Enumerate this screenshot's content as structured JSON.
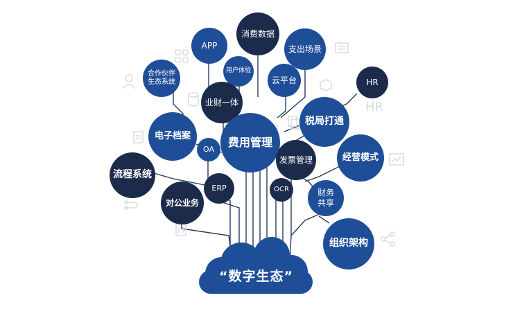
{
  "diagram": {
    "root": "“数字生态”",
    "nodes": {
      "xiaofei_shuju": "消费数据",
      "app": "APP",
      "zhichu_changjing": "支出场景",
      "hezuo_huoban": "合作伙伴\n生态系统",
      "yonghu_tiyan": "用户体验",
      "yun_pingtai": "云平台",
      "hr": "HR",
      "yecai_yiti": "业财一体",
      "shuiju_datong": "税局打通",
      "dianzi_dangan": "电子档案",
      "feiyong_guanli": "费用管理",
      "oa": "OA",
      "fapiao_guanli": "发票管理",
      "jingying_moshi": "经营模式",
      "liucheng_xitong": "流程系统",
      "erp": "ERP",
      "ocr": "OCR",
      "caiwu_gongxiang": "财务\n共享",
      "duigong_yewu": "对公业务",
      "zuzhi_jiagou": "组织架构"
    },
    "ghost_labels": {
      "hr": "HR"
    },
    "colors": {
      "blue": "#1f4e99",
      "navy": "#1c2b4a",
      "branch": "#2a3a5c",
      "ghost": "#d7dbe1"
    }
  }
}
